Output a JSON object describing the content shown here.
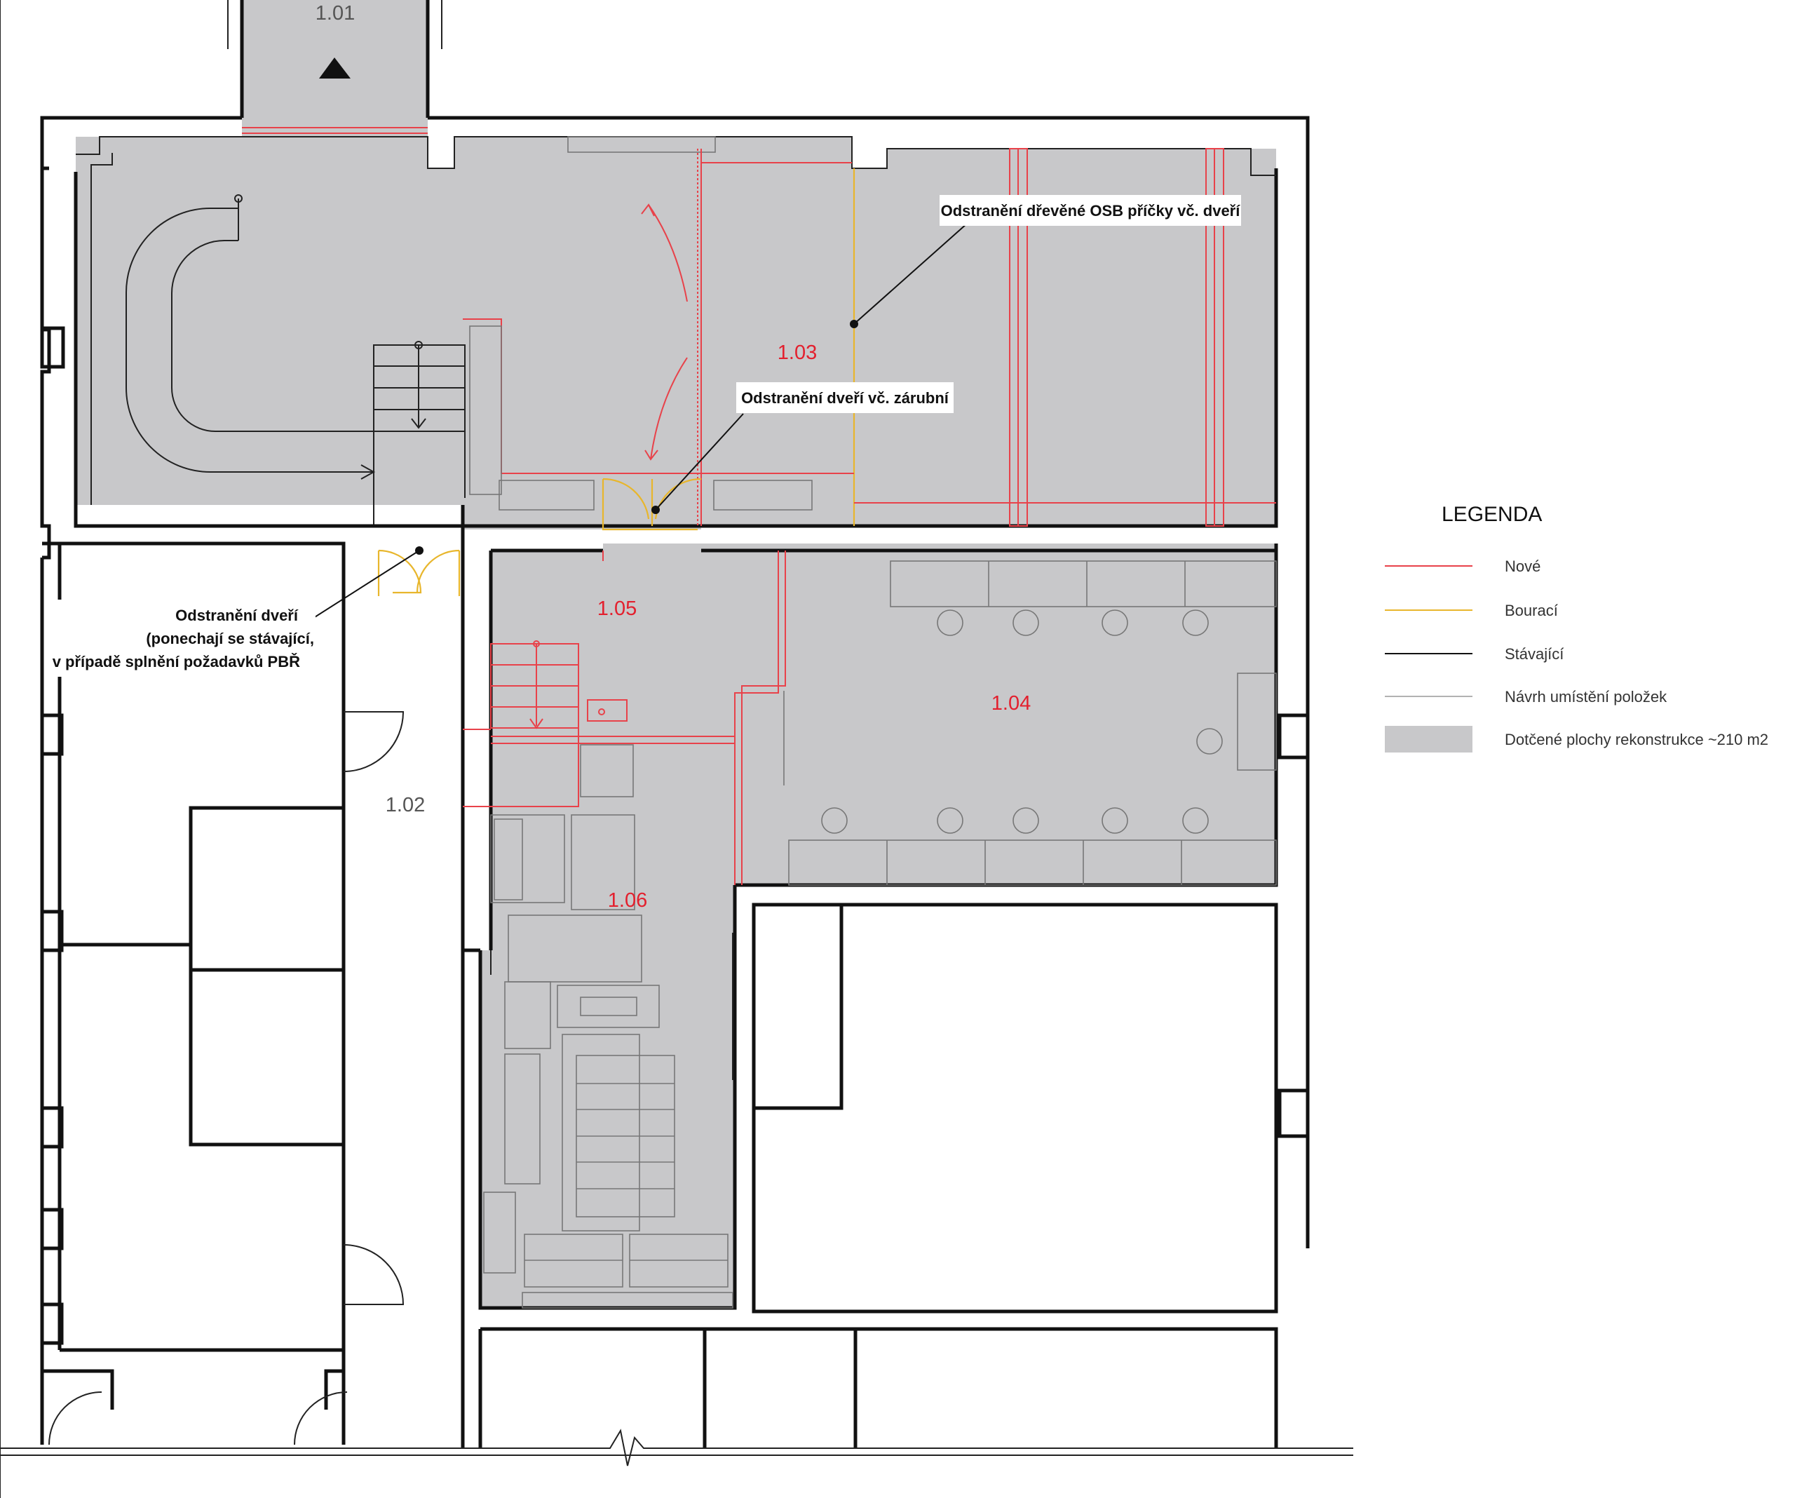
{
  "rooms": {
    "r101": "1.01",
    "r102": "1.02",
    "r103": "1.03",
    "r104": "1.04",
    "r105": "1.05",
    "r106": "1.06"
  },
  "callouts": {
    "osb": "Odstranění dřevěné OSB příčky vč. dveří",
    "frame": "Odstranění dveří vč. zárubní",
    "doors_line1": "Odstranění dveří",
    "doors_line2": "(ponechají se stávající,",
    "doors_line3": "v případě splnění požadavků PBŘ"
  },
  "legend": {
    "title": "LEGENDA",
    "items": [
      {
        "label": "Nové",
        "color": "#e8424a",
        "kind": "line"
      },
      {
        "label": "Bourací",
        "color": "#e8b62c",
        "kind": "line"
      },
      {
        "label": "Stávající",
        "color": "#111111",
        "kind": "line"
      },
      {
        "label": "Návrh umístění položek",
        "color": "#999999",
        "kind": "line"
      },
      {
        "label": "Dotčené plochy rekonstrukce ~210 m2",
        "color": "#c8c8ca",
        "kind": "fill"
      }
    ]
  }
}
